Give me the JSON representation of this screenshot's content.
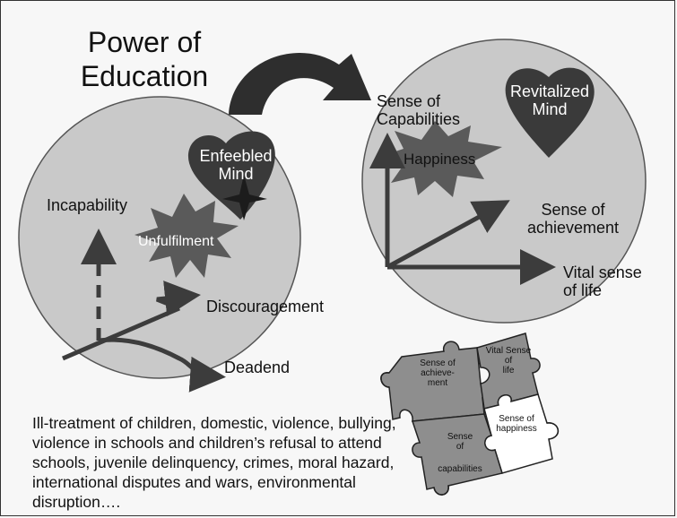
{
  "title_line1": "Power of",
  "title_line2": "Education",
  "left_circle": {
    "heart_line1": "Enfeebled",
    "heart_line2": "Mind",
    "burst_label": "Unfulfilment",
    "axis_up": "Incapability",
    "axis_mid": "Discouragement",
    "axis_down": "Deadend"
  },
  "right_circle": {
    "heart_line1": "Revitalized",
    "heart_line2": "Mind",
    "burst_label": "Happiness",
    "axis_up_line1": "Sense of",
    "axis_up_line2": "Capabilities",
    "axis_diag_line1": "Sense of",
    "axis_diag_line2": "achievement",
    "axis_right_line1": "Vital sense",
    "axis_right_line2": "of life"
  },
  "caption": "Ill-treatment of children, domestic, violence, bullying, violence in schools and children’s refusal to attend schools, juvenile delinquency, crimes, moral hazard, international disputes and wars, environmental disruption….",
  "puzzle": {
    "piece1_line1": "Sense of",
    "piece1_line2": "achieve-",
    "piece1_line3": "ment",
    "piece2_line1": "Vital Sense",
    "piece2_line2": "of",
    "piece2_line3": "life",
    "piece3_line1": "Sense of",
    "piece3_line2": "happiness",
    "piece4_line1": "Sense",
    "piece4_line2": "of",
    "piece4_line3": "capabilities"
  },
  "colors": {
    "circle_fill": "#c9c9c9",
    "heart_fill": "#3a3a3a",
    "burst_fill": "#5a5a5a",
    "arrow_fill": "#3c3c3c",
    "puzzle_dark": "#8e8e8e",
    "puzzle_light": "#ffffff"
  }
}
